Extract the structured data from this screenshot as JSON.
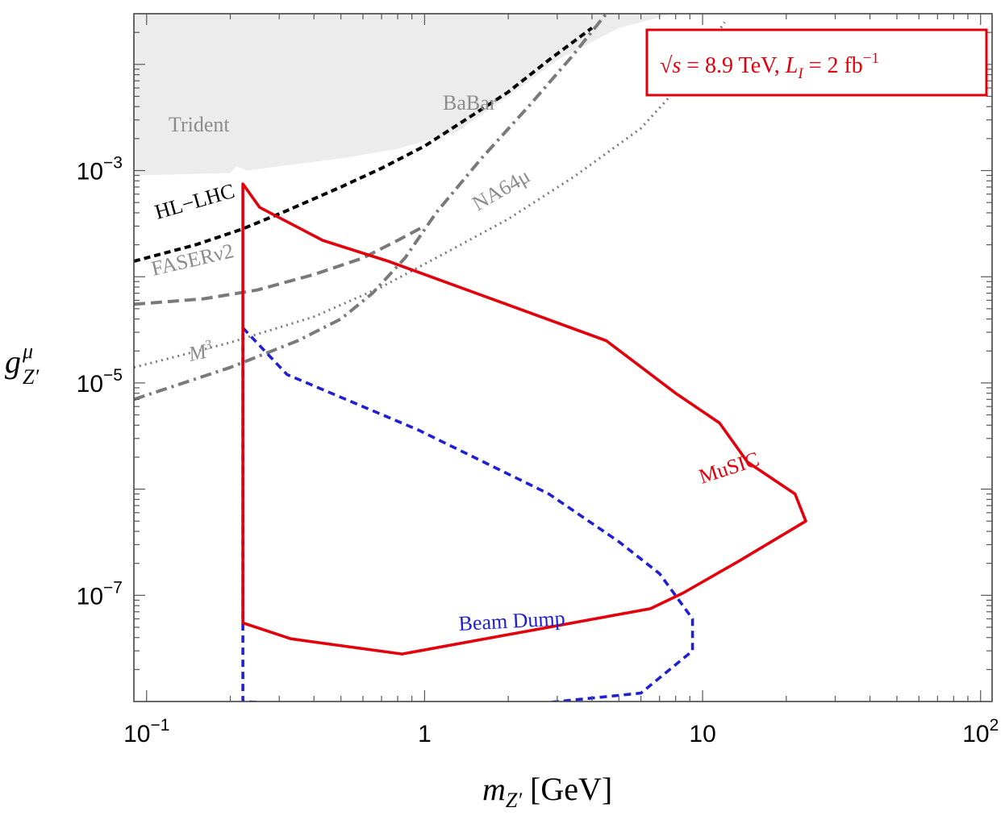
{
  "chart_data": {
    "type": "line",
    "xscale": "log",
    "yscale": "log",
    "xlim": [
      0.09,
      110
    ],
    "ylim": [
      1e-08,
      0.03
    ],
    "xlabel": {
      "main": "m",
      "sub": "Z′",
      "unit": "[GeV]"
    },
    "ylabel": {
      "main": "g",
      "sup": "μ",
      "sub": "Z′"
    },
    "x_ticks": [
      {
        "value": 0.1,
        "base": "10",
        "exp": "−1"
      },
      {
        "value": 1,
        "text": "1"
      },
      {
        "value": 10,
        "text": "10"
      },
      {
        "value": 100,
        "base": "10",
        "exp": "2"
      }
    ],
    "y_ticks": [
      {
        "value": 0.001,
        "base": "10",
        "exp": "−3"
      },
      {
        "value": 1e-05,
        "base": "10",
        "exp": "−5"
      },
      {
        "value": 1e-07,
        "base": "10",
        "exp": "−7"
      }
    ],
    "legend": {
      "sqrt_s": "√s",
      "equals": " = 8.9 TeV, ",
      "lumi": "L",
      "lumi_sub": "I",
      "lumi_rest": " = 2 fb",
      "lumi_exp": "−1"
    },
    "colors": {
      "music": "#e3000b",
      "beam_dump": "#1f1fd6",
      "hl_lhc": "#000000",
      "gray_line": "#7a7a7a",
      "excluded_fill": "#ececec",
      "label_gray": "#8c8c8c"
    },
    "excluded_region": {
      "label_trident": "Trident",
      "label_babar": "BaBar",
      "boundary": [
        [
          0.09,
          0.0009
        ],
        [
          0.2,
          0.00095
        ],
        [
          0.21,
          0.0011
        ],
        [
          0.23,
          0.001
        ],
        [
          0.3,
          0.0011
        ],
        [
          0.5,
          0.0013
        ],
        [
          0.8,
          0.0016
        ],
        [
          1.3,
          0.0023
        ],
        [
          2,
          0.005
        ],
        [
          3,
          0.011
        ],
        [
          5,
          0.022
        ],
        [
          7.8,
          0.03
        ]
      ]
    },
    "series": [
      {
        "name": "MuSIC",
        "style": "solid",
        "closed": true,
        "points": [
          [
            0.222,
            2e-07
          ],
          [
            0.222,
            0.00075
          ],
          [
            0.255,
            0.00045
          ],
          [
            0.43,
            0.00022
          ],
          [
            0.74,
            0.00014
          ],
          [
            1.8,
            6e-05
          ],
          [
            4.5,
            2.5e-05
          ],
          [
            8,
            8e-06
          ],
          [
            11.5,
            4.2e-06
          ],
          [
            14.5,
            1.8e-06
          ],
          [
            21.5,
            9e-07
          ],
          [
            23.5,
            5e-07
          ],
          [
            13.5,
            2.1e-07
          ],
          [
            8.5,
            1.05e-07
          ],
          [
            6.5,
            7.5e-08
          ],
          [
            0.83,
            2.8e-08
          ],
          [
            0.33,
            3.9e-08
          ],
          [
            0.222,
            5.5e-08
          ]
        ]
      },
      {
        "name": "Beam Dump",
        "style": "dashed",
        "closed": true,
        "points": [
          [
            0.222,
            3.3e-05
          ],
          [
            0.32,
            1.2e-05
          ],
          [
            0.95,
            3.6e-06
          ],
          [
            2.8,
            9e-07
          ],
          [
            5,
            3.2e-07
          ],
          [
            7,
            1.6e-07
          ],
          [
            9.2,
            6e-08
          ],
          [
            9.2,
            3e-08
          ],
          [
            6,
            1.2e-08
          ],
          [
            2.5,
            9.5e-09
          ],
          [
            0.65,
            8.6e-09
          ],
          [
            0.222,
            1e-08
          ]
        ]
      },
      {
        "name": "HL−LHC",
        "style": "dashed",
        "points": [
          [
            0.09,
            0.00014
          ],
          [
            0.15,
            0.0002
          ],
          [
            0.22,
            0.00028
          ],
          [
            0.32,
            0.00042
          ],
          [
            0.5,
            0.0007
          ],
          [
            0.7,
            0.00105
          ],
          [
            1,
            0.0017
          ],
          [
            1.4,
            0.003
          ],
          [
            2,
            0.0055
          ],
          [
            2.8,
            0.011
          ],
          [
            4,
            0.022
          ]
        ]
      },
      {
        "name": "FASERν2",
        "style": "dashed",
        "points": [
          [
            0.09,
            5.5e-05
          ],
          [
            0.16,
            6.2e-05
          ],
          [
            0.25,
            7.5e-05
          ],
          [
            0.4,
            0.000105
          ],
          [
            0.6,
            0.00015
          ],
          [
            0.8,
            0.00022
          ],
          [
            1.0,
            0.0003
          ]
        ]
      },
      {
        "name": "NA64μ",
        "style": "dashdot",
        "points": [
          [
            0.09,
            7e-06
          ],
          [
            0.2,
            1.4e-05
          ],
          [
            0.35,
            2.5e-05
          ],
          [
            0.5,
            4e-05
          ],
          [
            0.65,
            7e-05
          ],
          [
            0.85,
            0.00015
          ],
          [
            1.1,
            0.0004
          ],
          [
            1.6,
            0.0013
          ],
          [
            2.4,
            0.0042
          ],
          [
            3.4,
            0.012
          ],
          [
            4.5,
            0.03
          ]
        ]
      },
      {
        "name": "M³",
        "style": "dotted",
        "points": [
          [
            0.09,
            1.4e-05
          ],
          [
            0.2,
            2.4e-05
          ],
          [
            0.4,
            4.2e-05
          ],
          [
            0.7,
            8e-05
          ],
          [
            1.2,
            0.00017
          ],
          [
            2,
            0.00035
          ],
          [
            3.5,
            0.0009
          ],
          [
            6,
            0.0025
          ],
          [
            9,
            0.008
          ],
          [
            12,
            0.025
          ]
        ]
      }
    ],
    "labels": {
      "music": "MuSIC",
      "beam_dump": "Beam Dump",
      "hl_lhc": "HL−LHC",
      "faser": "FASERν2",
      "na64": "NA64μ",
      "m3": "M",
      "m3_sup": "3"
    }
  }
}
